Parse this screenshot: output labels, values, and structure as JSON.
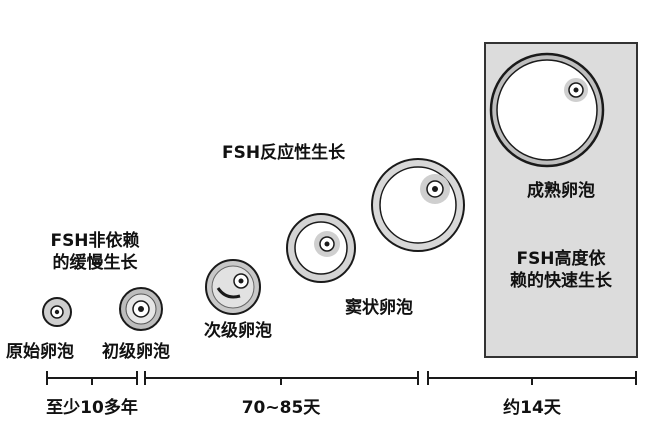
{
  "labels": {
    "fsh_independent": "FSH非依赖\n的缓慢生长",
    "fsh_responsive": "FSH反应性生长",
    "fsh_dependent": "FSH高度依\n赖的快速生长",
    "primordial": "原始卵泡",
    "primary": "初级卵泡",
    "secondary": "次级卵泡",
    "antral": "窦状卵泡",
    "mature": "成熟卵泡"
  },
  "timeline": {
    "seg1": "至少10多年",
    "seg2": "70~85天",
    "seg3": "约14天"
  },
  "colors": {
    "box_fill": "#dcdcdc",
    "follicle_fill": "#d9d9d9",
    "stroke": "#1a1a1a"
  }
}
